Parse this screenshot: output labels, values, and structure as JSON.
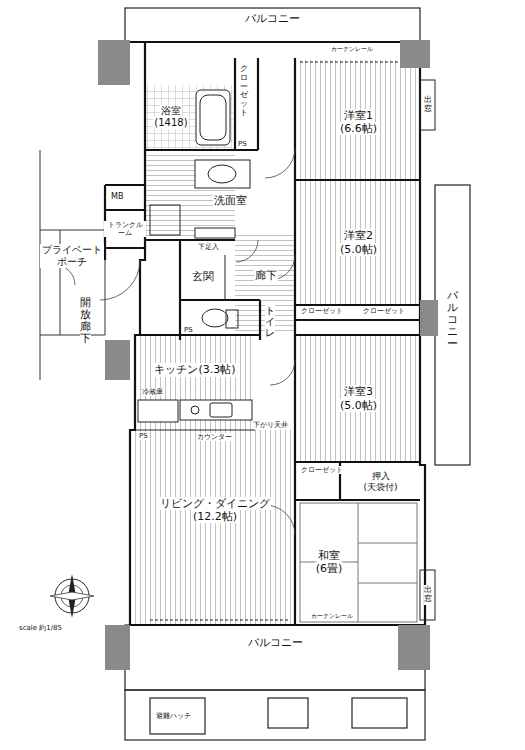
{
  "diagram": {
    "nodes": [
      {
        "text": [
          "バルコニー"
        ]
      },
      {
        "text": [
          "浴室",
          "(1418)"
        ]
      },
      {
        "text": [
          "洋室1",
          "(6.6帖)"
        ]
      },
      {
        "text": [
          "洗面室"
        ]
      },
      {
        "text": [
          "洋室2",
          "(5.0帖)"
        ]
      },
      {
        "text": [
          "トランクルーム"
        ]
      },
      {
        "text": [
          "玄関"
        ]
      },
      {
        "text": [
          "廊下"
        ]
      },
      {
        "text": [
          "プライベートポーチ"
        ]
      },
      {
        "text": [
          "トイレ"
        ]
      },
      {
        "text": [
          "キッチン(3.3帖)"
        ]
      },
      {
        "text": [
          "洋室3",
          "(5.0帖)"
        ]
      },
      {
        "text": [
          "押入",
          "(天袋付)"
        ]
      },
      {
        "text": [
          "リビング・ダイニング",
          "(12.2帖)"
        ]
      },
      {
        "text": [
          "和室",
          "(6畳)"
        ]
      },
      {
        "text": [
          "バルコニー"
        ]
      },
      {
        "text": [
          "バルコニー"
        ]
      },
      {
        "text": [
          "出窓"
        ]
      },
      {
        "text": [
          "出窓"
        ]
      }
    ],
    "labels": [
      "MB",
      "PS",
      "PS",
      "PS",
      "クローゼット",
      "クローゼット",
      "クローゼット",
      "クローゼット",
      "下足入",
      "冷蔵庫",
      "カウンター",
      "下がり天井",
      "開放廊下",
      "scale 約1/85",
      "避難ハッチ",
      "カーテンレール",
      "カーテンレール"
    ]
  }
}
